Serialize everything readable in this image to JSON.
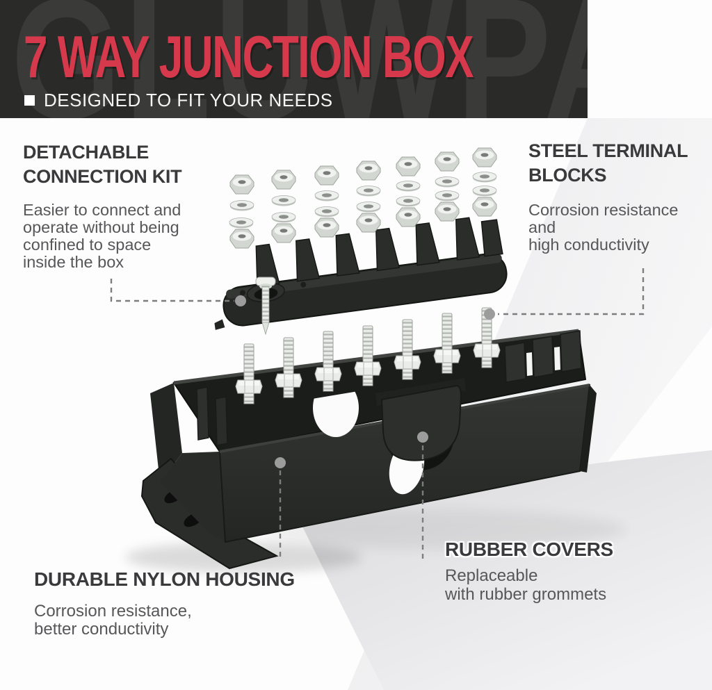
{
  "banner": {
    "watermark": "GLUWPA",
    "title": "7 WAY JUNCTION BOX",
    "tagline": "DESIGNED TO FIT YOUR NEEDS"
  },
  "callouts": {
    "detachable_connection_kit": {
      "title_lines": [
        "DETACHABLE",
        "CONNECTION KIT"
      ],
      "body_lines": [
        "Easier to connect and",
        "operate without being",
        "confined to space",
        "inside the box"
      ]
    },
    "steel_terminal_blocks": {
      "title_lines": [
        "STEEL TERMINAL",
        "BLOCKS"
      ],
      "body_lines": [
        "Corrosion resistance",
        "and",
        "high conductivity"
      ]
    },
    "durable_nylon_housing": {
      "title": "DURABLE NYLON HOUSING",
      "body_lines": [
        "Corrosion resistance,",
        "better conductivity"
      ]
    },
    "rubber_covers": {
      "title": "RUBBER COVERS",
      "body_lines": [
        "Replaceable",
        "with rubber grommets"
      ]
    }
  },
  "colors": {
    "banner_background": "#2a2a28",
    "banner_watermark": "#3a3a38",
    "accent_red": "#d6394b",
    "tagline_white": "#f6f6f6",
    "heading_text": "#3a3a3c",
    "body_text": "#57575a",
    "leader_line": "#7d7d7d",
    "leader_dot": "#9c9c9c",
    "product_black": "#262826",
    "hardware_silver": "#e9ece8"
  }
}
